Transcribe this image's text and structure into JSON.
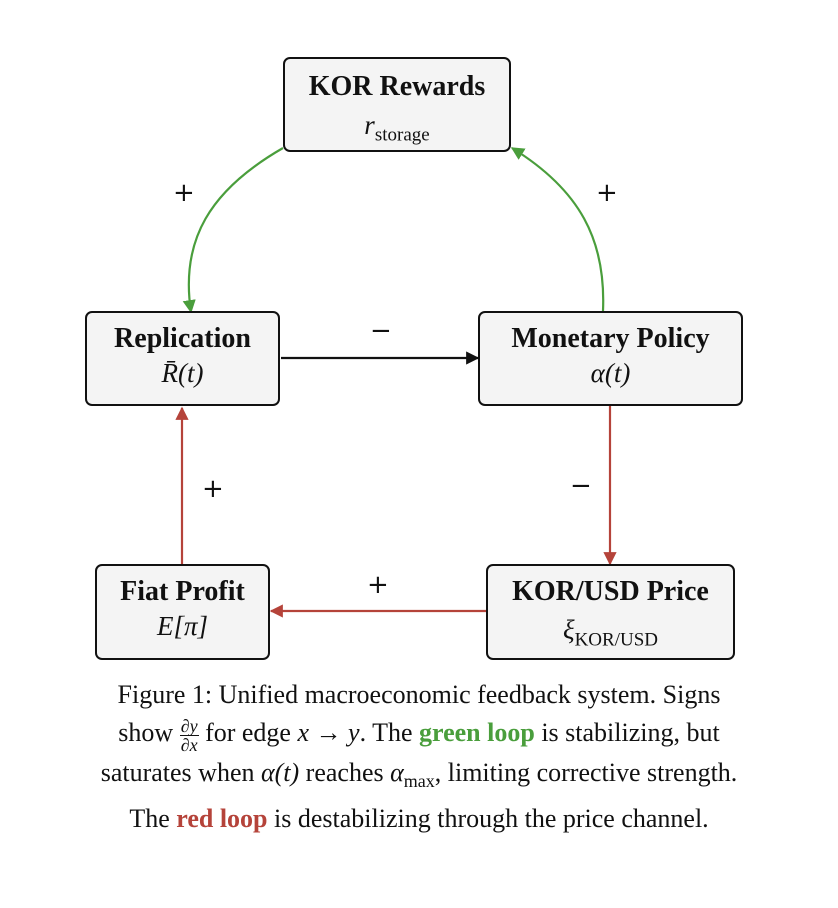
{
  "nodes": {
    "kor_rewards": {
      "title": "KOR Rewards",
      "sub": "r_storage"
    },
    "replication": {
      "title": "Replication",
      "sub": "R̄(t)"
    },
    "monetary_policy": {
      "title": "Monetary Policy",
      "sub": "α(t)"
    },
    "price": {
      "title": "KOR/USD Price",
      "sub": "ξ_KOR/USD"
    },
    "fiat_profit": {
      "title": "Fiat Profit",
      "sub": "E[π]"
    }
  },
  "edges": {
    "rewards_to_replication": {
      "sign": "+",
      "color": "#4a9e3c"
    },
    "policy_to_rewards": {
      "sign": "+",
      "color": "#4a9e3c"
    },
    "replication_to_policy": {
      "sign": "−",
      "color": "#111111"
    },
    "policy_to_price": {
      "sign": "−",
      "color": "#b5433a"
    },
    "price_to_profit": {
      "sign": "+",
      "color": "#b5433a"
    },
    "profit_to_replication": {
      "sign": "+",
      "color": "#b5433a"
    }
  },
  "caption": {
    "line1": "Figure 1:  Unified macroeconomic feedback system. Signs",
    "line2_pre": "show",
    "line2_frac_num": "∂y",
    "line2_frac_den": "∂x",
    "line2_mid": "for edge",
    "line2_math": "x → y",
    "line2_the": ". The",
    "green_loop": "green loop",
    "line2_post": "is stabilizing, but",
    "line3_pre": "saturates when",
    "line3_alpha": "α(t)",
    "line3_mid": "reaches",
    "line3_alpha_max": "α",
    "line3_max_sub": "max",
    "line3_post": ", limiting corrective strength.",
    "line4_pre": "The",
    "red_loop": "red loop",
    "line4_post": "is destabilizing through the price channel."
  }
}
